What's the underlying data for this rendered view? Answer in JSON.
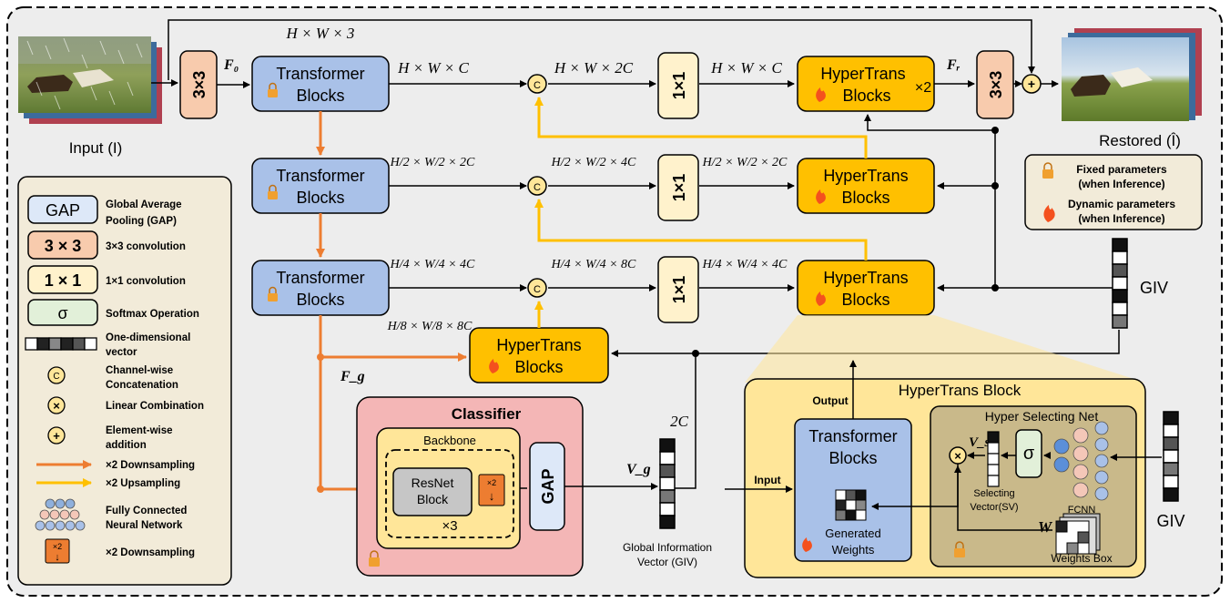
{
  "labels": {
    "input": "Input (I)",
    "restored": "Restored (Î)",
    "f0": "F₀",
    "fr": "Fᵣ",
    "fg": "F_g",
    "vg": "V_g",
    "vs": "V_s",
    "w": "W",
    "giv_right": "GIV",
    "giv_detail": "GIV",
    "two_c": "2C",
    "output": "Output",
    "input_small": "Input",
    "times_two": "×2",
    "hw3": "H × W × 3"
  },
  "blocks": {
    "conv3": "3×3",
    "conv1": "1×1",
    "transformer_line1": "Transformer",
    "transformer_line2": "Blocks",
    "hypertrans_line1": "HyperTrans",
    "hypertrans_line2": "Blocks",
    "classifier": "Classifier",
    "backbone": "Backbone",
    "resnet_line1": "ResNet",
    "resnet_line2": "Block",
    "times3": "×3",
    "gap": "GAP",
    "down_x2": "×2",
    "hyper_block_title": "HyperTrans Block",
    "hyper_selecting_net": "Hyper Selecting Net",
    "sigma": "σ",
    "selecting_vector_line1": "Selecting",
    "selecting_vector_line2": "Vector(SV)",
    "fcnn": "FCNN",
    "generated_line1": "Generated",
    "generated_line2": "Weights",
    "weights_box": "Weights Box",
    "giv_caption_line1": "Global Information",
    "giv_caption_line2": "Vector (GIV)"
  },
  "dims": {
    "row1_a": "H × W × C",
    "row1_b": "H × W × 2C",
    "row1_c": "H × W × C",
    "row2_a": "H/2 × W/2 × 2C",
    "row2_b": "H/2 × W/2 × 4C",
    "row2_c": "H/2 × W/2 × 2C",
    "row3_a": "H/4 × W/4 × 4C",
    "row3_b": "H/4 × W/4 × 8C",
    "row3_c": "H/4 × W/4 × 4C",
    "row4": "H/8 × W/8 × 8C"
  },
  "param_legend": {
    "fixed_line1": "Fixed parameters",
    "fixed_line2": "(when Inference)",
    "dynamic_line1": "Dynamic parameters",
    "dynamic_line2": "(when Inference)"
  },
  "legend": [
    {
      "symbol": "GAP",
      "text1": "Global Average",
      "text2": "Pooling (GAP)"
    },
    {
      "symbol": "3 × 3",
      "text1": "3×3 convolution",
      "text2": ""
    },
    {
      "symbol": "1 × 1",
      "text1": "1×1 convolution",
      "text2": ""
    },
    {
      "symbol": "σ",
      "text1": "Softmax Operation",
      "text2": ""
    },
    {
      "symbol": "",
      "text1": "One-dimensional",
      "text2": "vector"
    },
    {
      "symbol": "C",
      "text1": "Channel-wise",
      "text2": "Concatenation"
    },
    {
      "symbol": "×",
      "text1": "Linear Combination",
      "text2": ""
    },
    {
      "symbol": "+",
      "text1": "Element-wise",
      "text2": "addition"
    },
    {
      "symbol": "",
      "text1": "×2 Downsampling",
      "text2": ""
    },
    {
      "symbol": "",
      "text1": "×2 Upsampling",
      "text2": ""
    },
    {
      "symbol": "",
      "text1": "Fully Connected",
      "text2": "Neural Network"
    },
    {
      "symbol": "×2",
      "text1": "×2 Downsampling",
      "text2": ""
    }
  ],
  "colors": {
    "transformer": "#a9c1e8",
    "hypertrans": "#ffc000",
    "conv3": "#f8cbad",
    "conv1": "#fff2cc",
    "orange_arrow": "#ed7d31",
    "yellow_arrow": "#ffc000",
    "classifier_bg": "#f4b6b6",
    "hyper_block_bg": "#ffe699",
    "legend_bg": "#f2ebd9"
  }
}
